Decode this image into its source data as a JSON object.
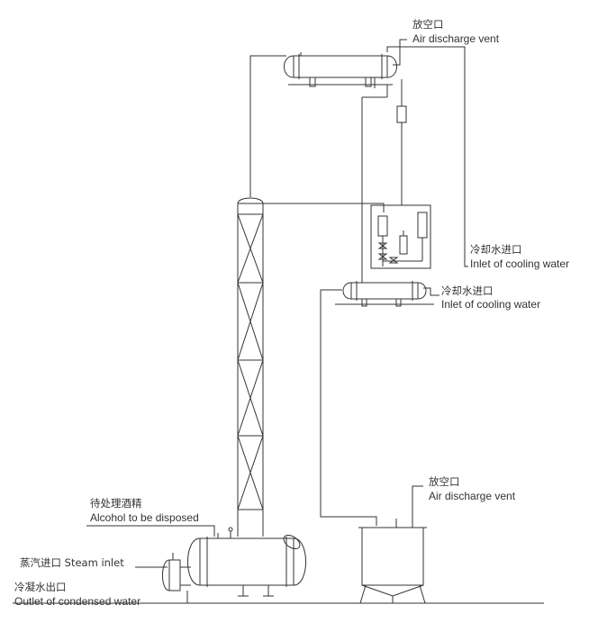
{
  "labels": {
    "vent_top_zh": "放空口",
    "vent_top_en": "Air discharge vent",
    "cooling_inlet_upper_zh": "冷却水进口",
    "cooling_inlet_upper_en": "Inlet of cooling water",
    "cooling_inlet_lower_zh": "冷却水进口",
    "cooling_inlet_lower_en": "Inlet of cooling water",
    "vent_bottom_zh": "放空口",
    "vent_bottom_en": "Air discharge vent",
    "alcohol_zh": "待处理酒精",
    "alcohol_en": "Alcohol to be disposed",
    "steam_inlet": "蒸汽进口 Steam inlet",
    "condensed_zh": "冷凝水出口",
    "condensed_en": "Outlet of condensed water"
  },
  "colors": {
    "line": "#333333",
    "background": "#ffffff"
  }
}
